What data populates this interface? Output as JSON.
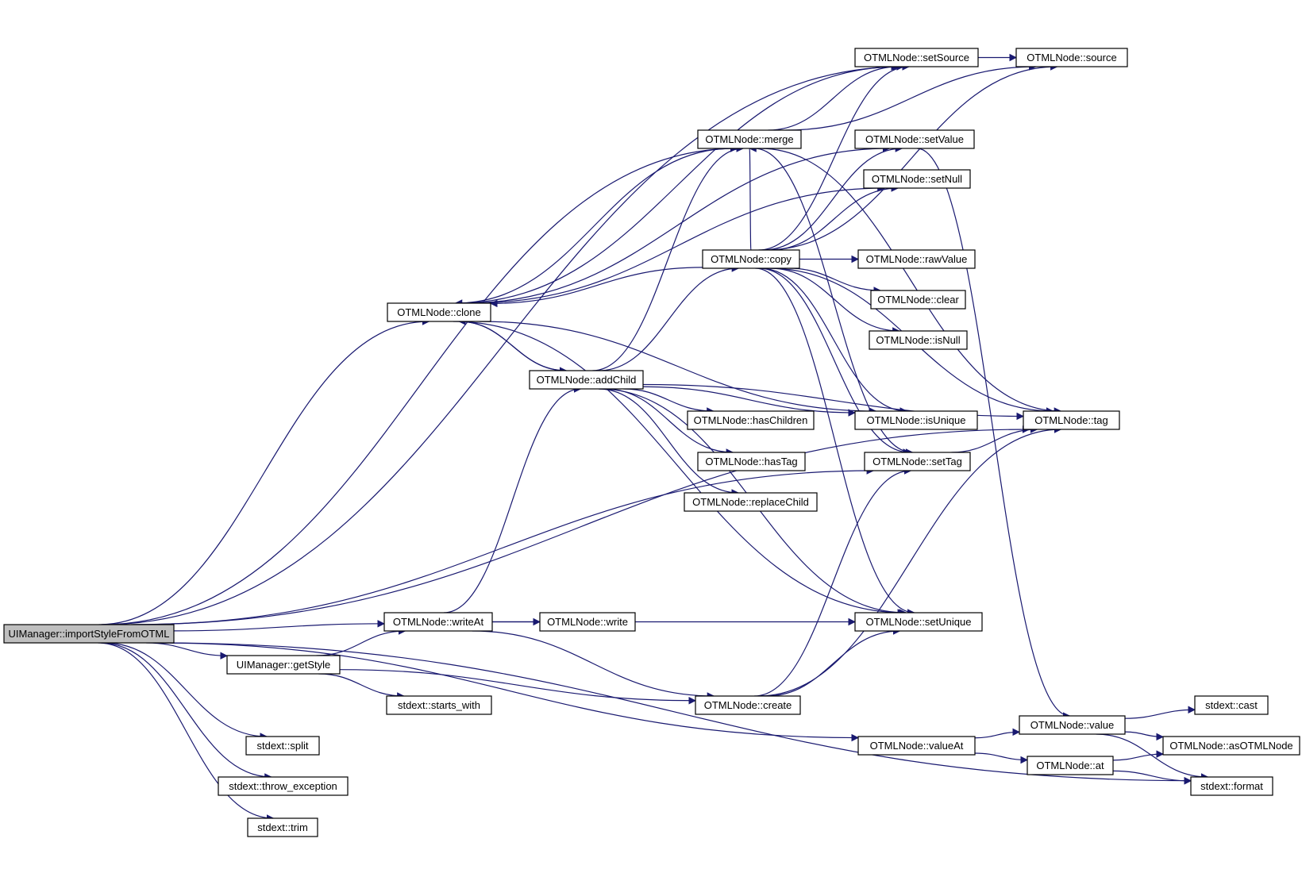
{
  "graph": {
    "root": "UIManager::importStyleFromOTML",
    "nodes": [
      {
        "id": "root",
        "label": "UIManager::importStyleFromOTML",
        "root": true
      },
      {
        "id": "clone",
        "label": "OTMLNode::clone"
      },
      {
        "id": "merge",
        "label": "OTMLNode::merge"
      },
      {
        "id": "copy",
        "label": "OTMLNode::copy"
      },
      {
        "id": "addChild",
        "label": "OTMLNode::addChild"
      },
      {
        "id": "writeAt",
        "label": "OTMLNode::writeAt"
      },
      {
        "id": "write",
        "label": "OTMLNode::write"
      },
      {
        "id": "getStyle",
        "label": "UIManager::getStyle"
      },
      {
        "id": "starts_with",
        "label": "stdext::starts_with"
      },
      {
        "id": "split",
        "label": "stdext::split"
      },
      {
        "id": "throw_exception",
        "label": "stdext::throw_exception"
      },
      {
        "id": "trim",
        "label": "stdext::trim"
      },
      {
        "id": "setSource",
        "label": "OTMLNode::setSource"
      },
      {
        "id": "source",
        "label": "OTMLNode::source"
      },
      {
        "id": "setValue",
        "label": "OTMLNode::setValue"
      },
      {
        "id": "setNull",
        "label": "OTMLNode::setNull"
      },
      {
        "id": "rawValue",
        "label": "OTMLNode::rawValue"
      },
      {
        "id": "clear",
        "label": "OTMLNode::clear"
      },
      {
        "id": "isNull",
        "label": "OTMLNode::isNull"
      },
      {
        "id": "hasChildren",
        "label": "OTMLNode::hasChildren"
      },
      {
        "id": "isUnique",
        "label": "OTMLNode::isUnique"
      },
      {
        "id": "hasTag",
        "label": "OTMLNode::hasTag"
      },
      {
        "id": "setTag",
        "label": "OTMLNode::setTag"
      },
      {
        "id": "replaceChild",
        "label": "OTMLNode::replaceChild"
      },
      {
        "id": "tag",
        "label": "OTMLNode::tag"
      },
      {
        "id": "setUnique",
        "label": "OTMLNode::setUnique"
      },
      {
        "id": "create",
        "label": "OTMLNode::create"
      },
      {
        "id": "valueAt",
        "label": "OTMLNode::valueAt"
      },
      {
        "id": "value",
        "label": "OTMLNode::value"
      },
      {
        "id": "at",
        "label": "OTMLNode::at"
      },
      {
        "id": "cast",
        "label": "stdext::cast"
      },
      {
        "id": "asOTMLNode",
        "label": "OTMLNode::asOTMLNode"
      },
      {
        "id": "format",
        "label": "stdext::format"
      }
    ],
    "edges": [
      [
        "root",
        "clone"
      ],
      [
        "root",
        "merge"
      ],
      [
        "root",
        "setSource"
      ],
      [
        "root",
        "tag"
      ],
      [
        "root",
        "setTag"
      ],
      [
        "root",
        "writeAt"
      ],
      [
        "root",
        "getStyle"
      ],
      [
        "root",
        "split"
      ],
      [
        "root",
        "throw_exception"
      ],
      [
        "root",
        "trim"
      ],
      [
        "root",
        "valueAt"
      ],
      [
        "root",
        "format"
      ],
      [
        "clone",
        "setSource"
      ],
      [
        "clone",
        "setValue"
      ],
      [
        "clone",
        "setNull"
      ],
      [
        "clone",
        "addChild"
      ],
      [
        "clone",
        "isUnique"
      ],
      [
        "clone",
        "setUnique"
      ],
      [
        "merge",
        "clone"
      ],
      [
        "merge",
        "setSource"
      ],
      [
        "merge",
        "tag"
      ],
      [
        "merge",
        "source"
      ],
      [
        "merge",
        "setTag"
      ],
      [
        "copy",
        "clone"
      ],
      [
        "copy",
        "merge"
      ],
      [
        "copy",
        "setSource"
      ],
      [
        "copy",
        "source"
      ],
      [
        "copy",
        "setValue"
      ],
      [
        "copy",
        "setNull"
      ],
      [
        "copy",
        "rawValue"
      ],
      [
        "copy",
        "clear"
      ],
      [
        "copy",
        "isNull"
      ],
      [
        "copy",
        "isUnique"
      ],
      [
        "copy",
        "setTag"
      ],
      [
        "copy",
        "tag"
      ],
      [
        "copy",
        "setUnique"
      ],
      [
        "addChild",
        "clone"
      ],
      [
        "addChild",
        "merge"
      ],
      [
        "addChild",
        "copy"
      ],
      [
        "addChild",
        "hasChildren"
      ],
      [
        "addChild",
        "hasTag"
      ],
      [
        "addChild",
        "replaceChild"
      ],
      [
        "addChild",
        "isUnique"
      ],
      [
        "addChild",
        "tag"
      ],
      [
        "addChild",
        "setUnique"
      ],
      [
        "writeAt",
        "addChild"
      ],
      [
        "writeAt",
        "write"
      ],
      [
        "writeAt",
        "setUnique"
      ],
      [
        "writeAt",
        "create"
      ],
      [
        "getStyle",
        "writeAt"
      ],
      [
        "getStyle",
        "starts_with"
      ],
      [
        "getStyle",
        "create"
      ],
      [
        "create",
        "setTag"
      ],
      [
        "create",
        "setUnique"
      ],
      [
        "create",
        "tag"
      ],
      [
        "setSource",
        "source"
      ],
      [
        "setTag",
        "tag"
      ],
      [
        "setValue",
        "value"
      ],
      [
        "valueAt",
        "value"
      ],
      [
        "valueAt",
        "at"
      ],
      [
        "value",
        "cast"
      ],
      [
        "value",
        "asOTMLNode"
      ],
      [
        "value",
        "format"
      ],
      [
        "at",
        "asOTMLNode"
      ],
      [
        "at",
        "format"
      ]
    ]
  }
}
